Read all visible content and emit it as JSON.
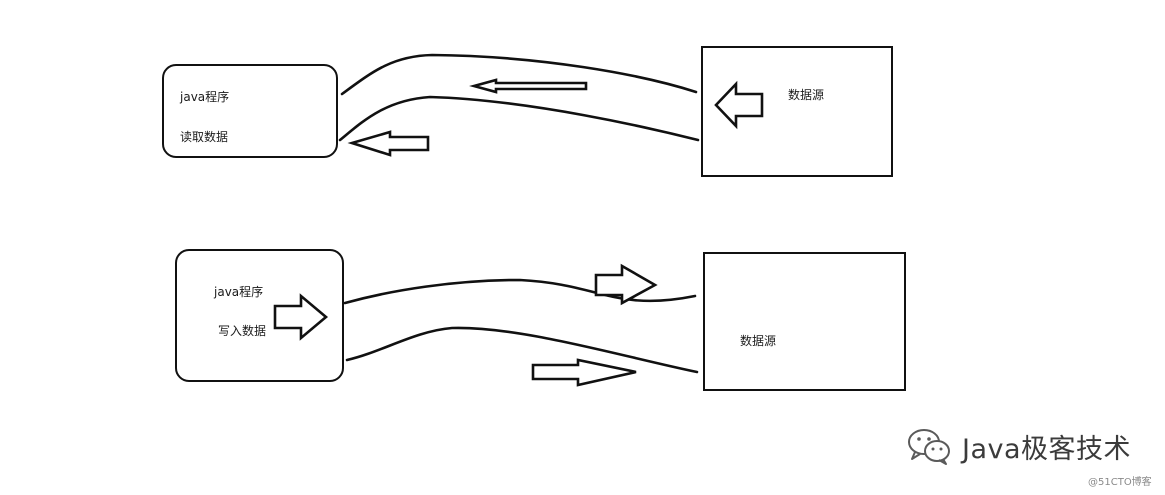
{
  "top_diagram": {
    "program_title": "java程序",
    "program_action": "读取数据",
    "source_label": "数据源"
  },
  "bottom_diagram": {
    "program_title": "java程序",
    "program_action": "写入数据",
    "source_label": "数据源"
  },
  "watermark": {
    "text": "Java极客技术",
    "icon": "wechat-icon"
  },
  "source_credit": "@51CTO博客",
  "colors": {
    "stroke": "#111111",
    "watermark": "#3b3b3b"
  }
}
